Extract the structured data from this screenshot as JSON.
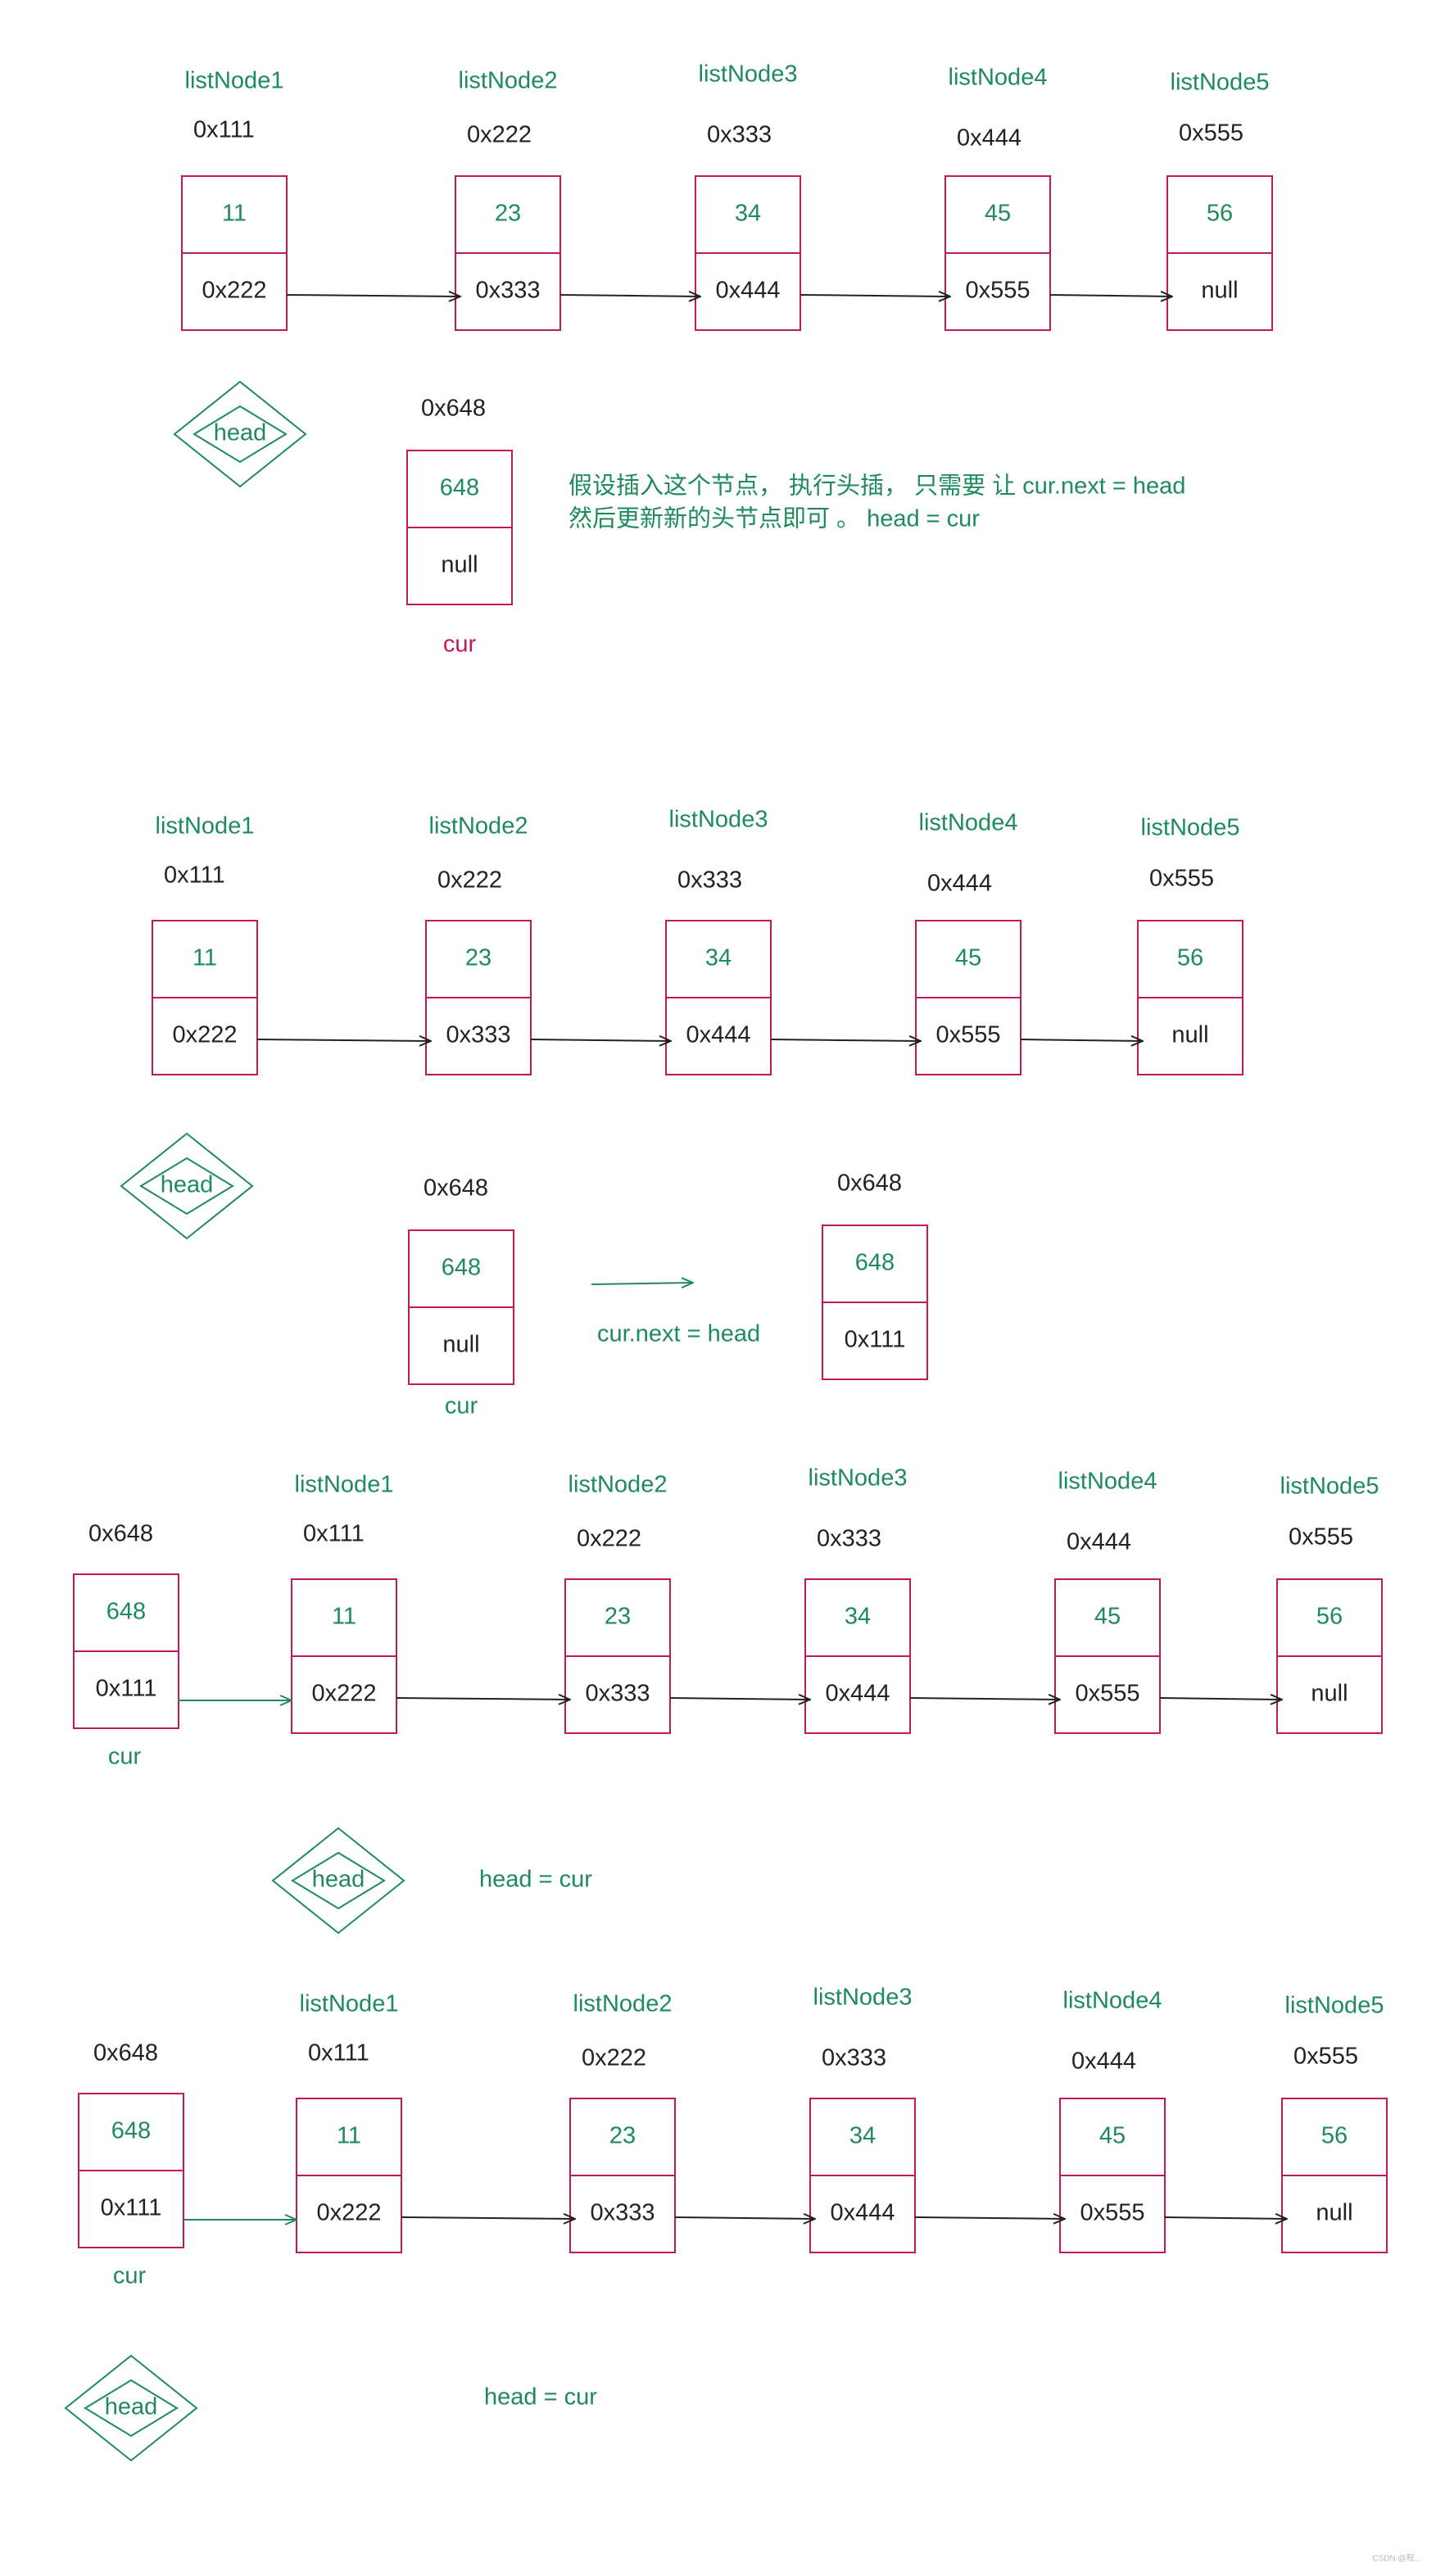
{
  "colors": {
    "green": "#1e8a5e",
    "node_border": "#c2185b",
    "black": "#222222",
    "cur_red": "#c2185b"
  },
  "head_label": "head",
  "cur_label": "cur",
  "panels": [
    {
      "nodes": [
        {
          "name": "listNode1",
          "addr": "0x111",
          "val": "11",
          "next": "0x222"
        },
        {
          "name": "listNode2",
          "addr": "0x222",
          "val": "23",
          "next": "0x333"
        },
        {
          "name": "listNode3",
          "addr": "0x333",
          "val": "34",
          "next": "0x444"
        },
        {
          "name": "listNode4",
          "addr": "0x444",
          "val": "45",
          "next": "0x555"
        },
        {
          "name": "listNode5",
          "addr": "0x555",
          "val": "56",
          "next": "null"
        }
      ],
      "cur_node": {
        "addr": "0x648",
        "val": "648",
        "next": "null"
      },
      "note_line1": "假设插入这个节点， 执行头插， 只需要 让 cur.next = head",
      "note_line2": "然后更新新的头节点即可 。 head = cur"
    },
    {
      "nodes": [
        {
          "name": "listNode1",
          "addr": "0x111",
          "val": "11",
          "next": "0x222"
        },
        {
          "name": "listNode2",
          "addr": "0x222",
          "val": "23",
          "next": "0x333"
        },
        {
          "name": "listNode3",
          "addr": "0x333",
          "val": "34",
          "next": "0x444"
        },
        {
          "name": "listNode4",
          "addr": "0x444",
          "val": "45",
          "next": "0x555"
        },
        {
          "name": "listNode5",
          "addr": "0x555",
          "val": "56",
          "next": "null"
        }
      ],
      "cur_node": {
        "addr": "0x648",
        "val": "648",
        "next": "null"
      },
      "result_node": {
        "addr": "0x648",
        "val": "648",
        "next": "0x111"
      },
      "op_label": "cur.next = head"
    },
    {
      "cur_node": {
        "addr": "0x648",
        "val": "648",
        "next": "0x111"
      },
      "nodes": [
        {
          "name": "listNode1",
          "addr": "0x111",
          "val": "11",
          "next": "0x222"
        },
        {
          "name": "listNode2",
          "addr": "0x222",
          "val": "23",
          "next": "0x333"
        },
        {
          "name": "listNode3",
          "addr": "0x333",
          "val": "34",
          "next": "0x444"
        },
        {
          "name": "listNode4",
          "addr": "0x444",
          "val": "45",
          "next": "0x555"
        },
        {
          "name": "listNode5",
          "addr": "0x555",
          "val": "56",
          "next": "null"
        }
      ],
      "head_assign": "head = cur"
    },
    {
      "cur_node": {
        "addr": "0x648",
        "val": "648",
        "next": "0x111"
      },
      "nodes": [
        {
          "name": "listNode1",
          "addr": "0x111",
          "val": "11",
          "next": "0x222"
        },
        {
          "name": "listNode2",
          "addr": "0x222",
          "val": "23",
          "next": "0x333"
        },
        {
          "name": "listNode3",
          "addr": "0x333",
          "val": "34",
          "next": "0x444"
        },
        {
          "name": "listNode4",
          "addr": "0x444",
          "val": "45",
          "next": "0x555"
        },
        {
          "name": "listNode5",
          "addr": "0x555",
          "val": "56",
          "next": "null"
        }
      ],
      "head_assign": "head = cur"
    }
  ],
  "watermark": "CSDN @程..."
}
